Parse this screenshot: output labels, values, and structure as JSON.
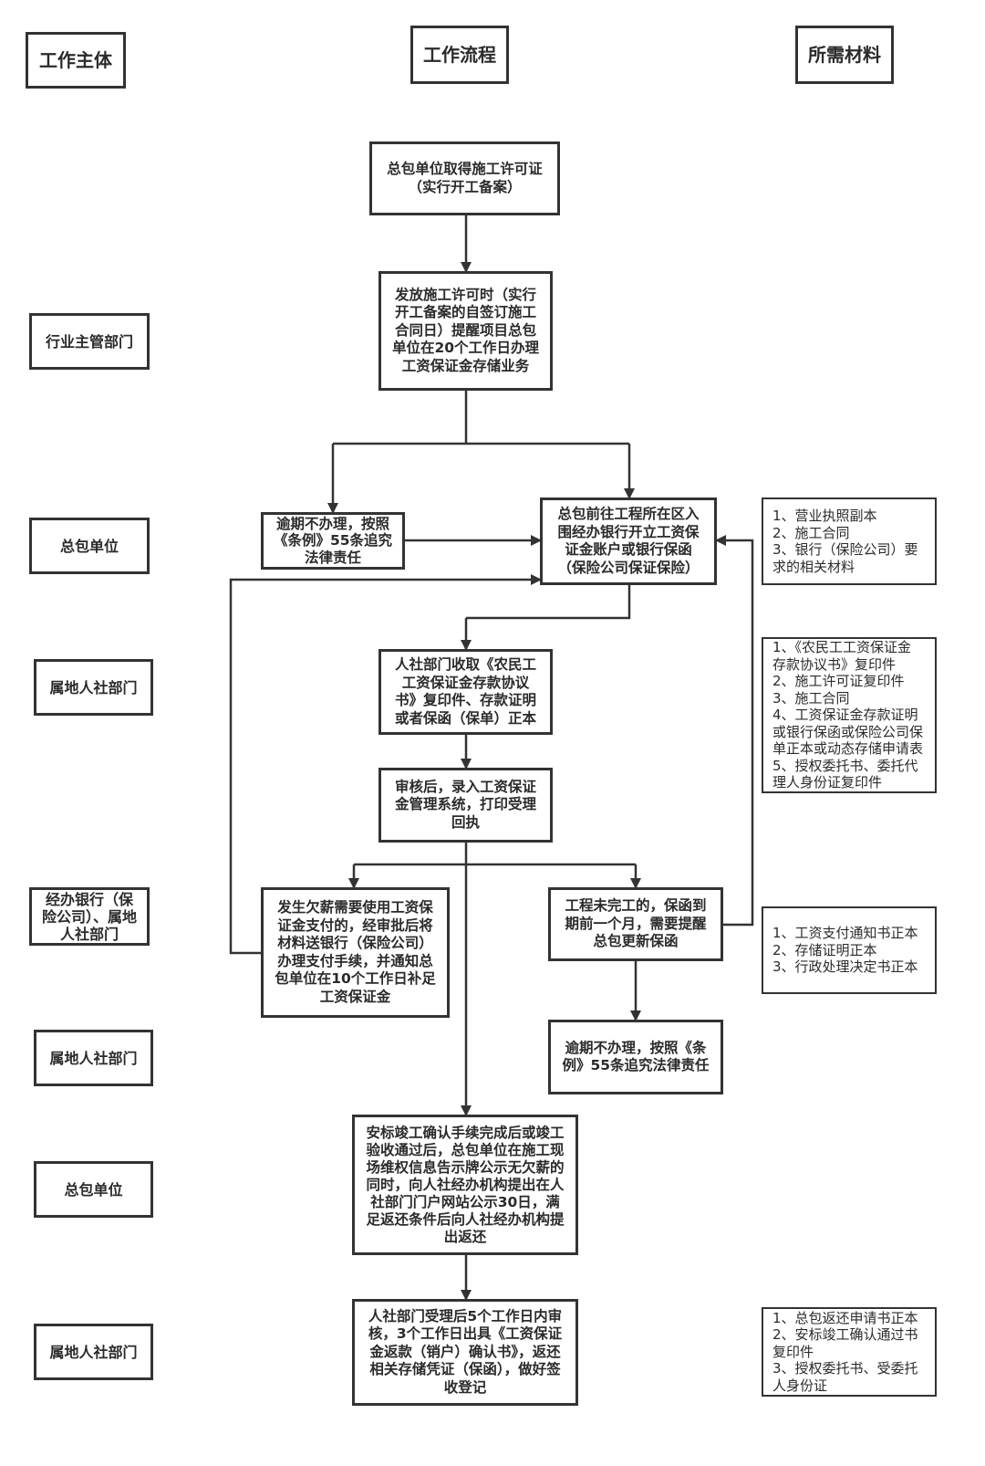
{
  "headers": {
    "actor": "工作主体",
    "flow": "工作流程",
    "materials": "所需材料"
  },
  "actors": [
    "行业主管部门",
    "总包单位",
    "属地人社部门",
    "经办银行（保险公司）、属地人社部门",
    "属地人社部门",
    "总包单位",
    "属地人社部门"
  ],
  "steps": {
    "s1": "总包单位取得施工许可证\n（实行开工备案）",
    "s2": "发放施工许可时（实行\n开工备案的自签订施工\n合同日）提醒项目总包\n单位在20个工作日办理\n工资保证金存储业务",
    "s3_overdue": "逾期不办理，按照\n《条例》55条追究\n法律责任",
    "s4_open_account": "总包前往工程所在区入\n围经办银行开立工资保\n证金账户或银行保函\n（保险公司保证保险）",
    "s5_collect": "人社部门收取《农民工\n工资保证金存款协议\n书》复印件、存款证明\n或者保函（保单）正本",
    "s6_review": "审核后，录入工资保证\n金管理系统，打印受理\n回执",
    "s7_arrears": "发生欠薪需要使用工资保\n证金支付的，经审批后将\n材料送银行（保险公司）\n办理支付手续，并通知总\n包单位在10个工作日补足\n工资保证金",
    "s8_expiry": "工程未完工的，保函到\n期前一个月，需要提醒\n总包更新保函",
    "s9_overdue2": "逾期不办理，按照《条\n例》55条追究法律责任",
    "s10_return_apply": "安标竣工确认手续完成后或竣工\n验收通过后，总包单位在施工现\n场维权信息告示牌公示无欠薪的\n同时，向人社经办机构提出在人\n社部门门户网站公示30日，满\n足返还条件后向人社经办机构提\n出返还",
    "s11_return_process": "人社部门受理后5个工作日内审\n核，3个工作日出具《工资保证\n金返款（销户）确认书》，返还\n相关存储凭证（保函），做好签\n收登记"
  },
  "materials": {
    "m1": "1、营业执照副本\n2、施工合同\n3、银行（保险公司）要\n求的相关材料",
    "m2": "1、《农民工工资保证金\n存款协议书》复印件\n2、施工许可证复印件\n3、施工合同\n4、工资保证金存款证明\n或银行保函或保险公司保\n单正本或动态存储申请表\n5、授权委托书、委托代\n理人身份证复印件",
    "m3": "1、工资支付通知书正本\n2、存储证明正本\n3、行政处理决定书正本",
    "m4": "1、总包返还申请书正本\n2、安标竣工确认通过书\n复印件\n3、授权委托书、受委托\n人身份证"
  },
  "colors": {
    "line": "#333333",
    "text": "#2b2b2b",
    "background": "#ffffff"
  }
}
